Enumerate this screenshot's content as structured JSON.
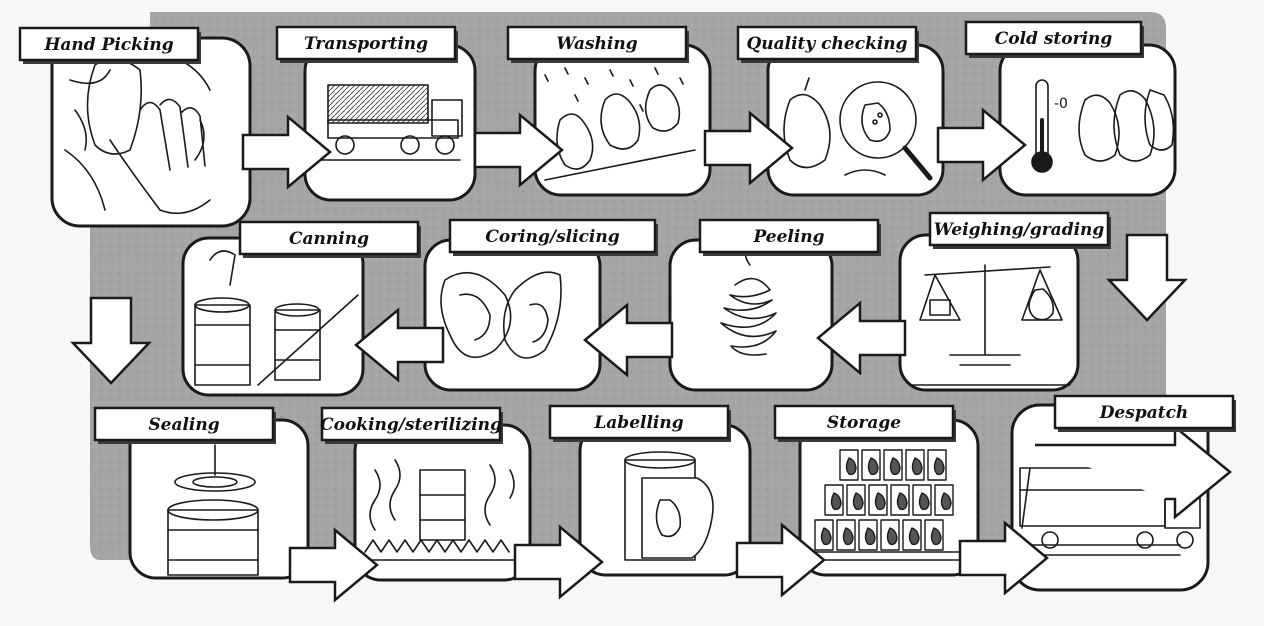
{
  "steps": [
    {
      "id": "hand-picking",
      "label": "Hand Picking",
      "icon": "hand-picking-pear-icon"
    },
    {
      "id": "transporting",
      "label": "Transporting",
      "icon": "truck-icon"
    },
    {
      "id": "washing",
      "label": "Washing",
      "icon": "washing-pears-icon"
    },
    {
      "id": "quality-checking",
      "label": "Quality checking",
      "icon": "magnifier-pear-icon"
    },
    {
      "id": "cold-storing",
      "label": "Cold storing",
      "icon": "thermometer-pears-icon"
    },
    {
      "id": "weighing-grading",
      "label": "Weighing/grading",
      "icon": "balance-scale-icon"
    },
    {
      "id": "peeling",
      "label": "Peeling",
      "icon": "peeled-pear-icon"
    },
    {
      "id": "coring-slicing",
      "label": "Coring/slicing",
      "icon": "sliced-pear-icon"
    },
    {
      "id": "canning",
      "label": "Canning",
      "icon": "cans-icon"
    },
    {
      "id": "sealing",
      "label": "Sealing",
      "icon": "sealing-can-icon"
    },
    {
      "id": "cooking-sterilizing",
      "label": "Cooking/sterilizing",
      "icon": "cooking-can-icon"
    },
    {
      "id": "labelling",
      "label": "Labelling",
      "icon": "labelled-can-icon"
    },
    {
      "id": "storage",
      "label": "Storage",
      "icon": "stacked-cans-icon"
    },
    {
      "id": "despatch",
      "label": "Despatch",
      "icon": "delivery-truck-icon"
    }
  ],
  "thermometer_reading": "-0",
  "colors": {
    "band": "#a4a6a3",
    "panel": "#ffffff",
    "ink": "#1a1a1a",
    "paper": "#f7f7f6"
  }
}
